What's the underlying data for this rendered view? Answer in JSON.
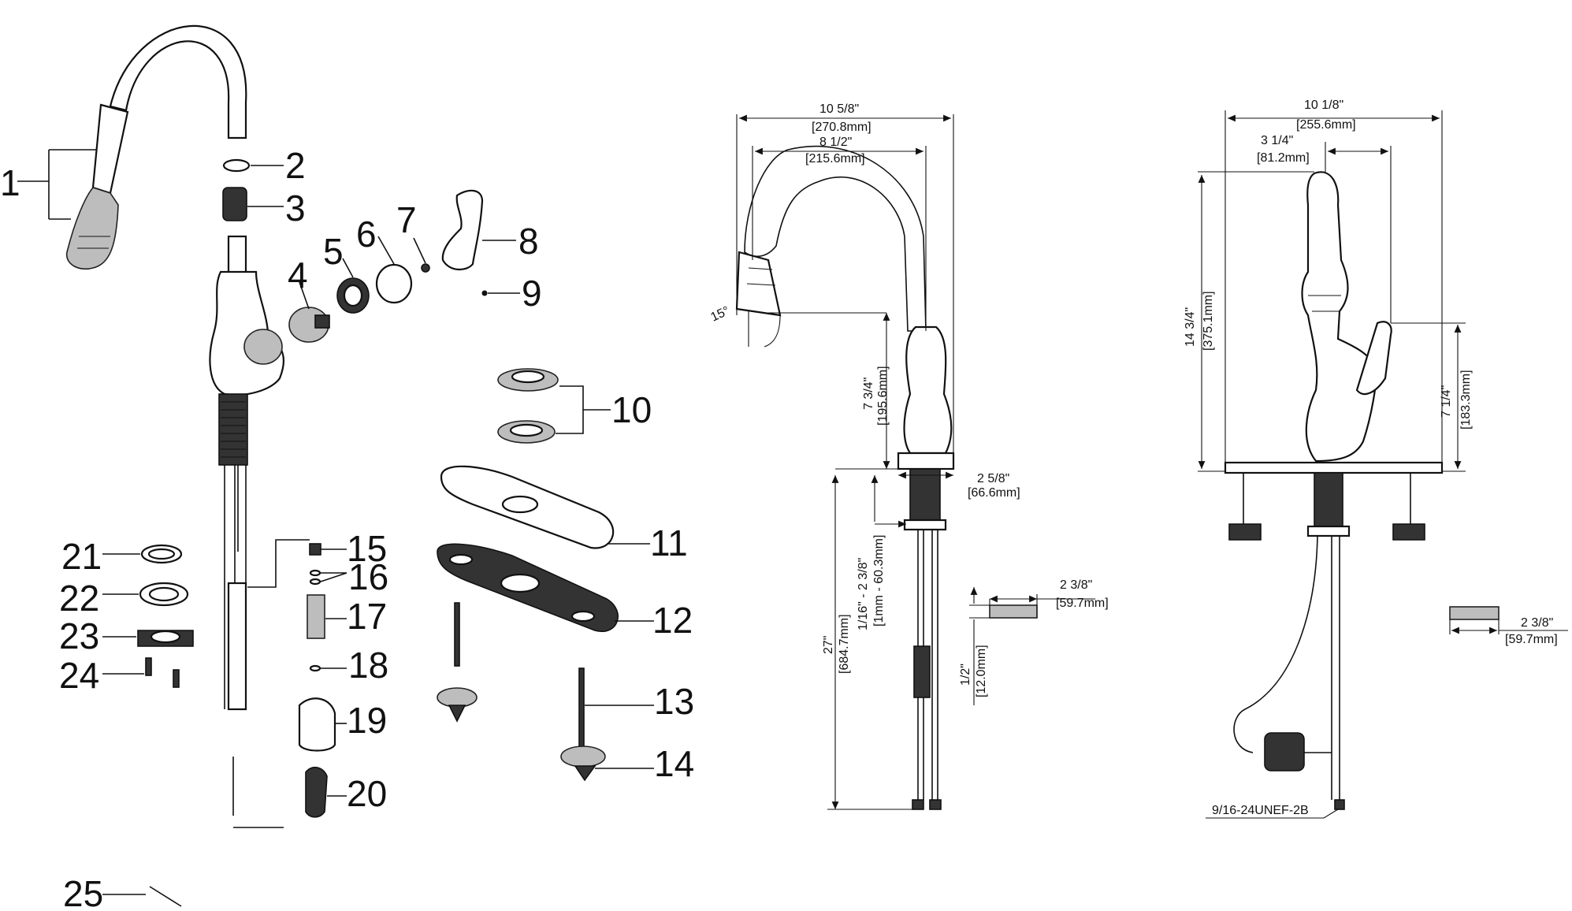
{
  "parts_callouts": [
    "1",
    "2",
    "3",
    "4",
    "5",
    "6",
    "7",
    "8",
    "9",
    "10",
    "11",
    "12",
    "13",
    "14",
    "15",
    "16",
    "17",
    "18",
    "19",
    "20",
    "21",
    "22",
    "23",
    "24",
    "25"
  ],
  "front_view_dims": {
    "overall_width": "10 5/8\"",
    "overall_width_mm": "[270.8mm]",
    "reach": "8 1/2\"",
    "reach_mm": "[215.6mm]",
    "angle": "15°",
    "spout_height": "7 3/4\"",
    "spout_height_mm": "[195.6mm]",
    "base": "2 5/8\"",
    "base_mm": "[66.6mm]",
    "deck_range": "1/16\" - 2 3/8\"",
    "deck_range_mm": "[1mm - 60.3mm]",
    "total_length": "27\"",
    "total_length_mm": "[684.7mm]",
    "plate_thickness": "1/2\"",
    "plate_thickness_mm": "[12.0mm]",
    "plate_width": "2 3/8\"",
    "plate_width_mm": "[59.7mm]"
  },
  "side_view_dims": {
    "overall_width": "10 1/8\"",
    "overall_width_mm": "[255.6mm]",
    "offset": "3 1/4\"",
    "offset_mm": "[81.2mm]",
    "overall_height": "14 3/4\"",
    "overall_height_mm": "[375.1mm]",
    "handle_height": "7 1/4\"",
    "handle_height_mm": "[183.3mm]",
    "plate_width": "2 3/8\"",
    "plate_width_mm": "[59.7mm]",
    "thread_spec": "9/16-24UNEF-2B"
  }
}
